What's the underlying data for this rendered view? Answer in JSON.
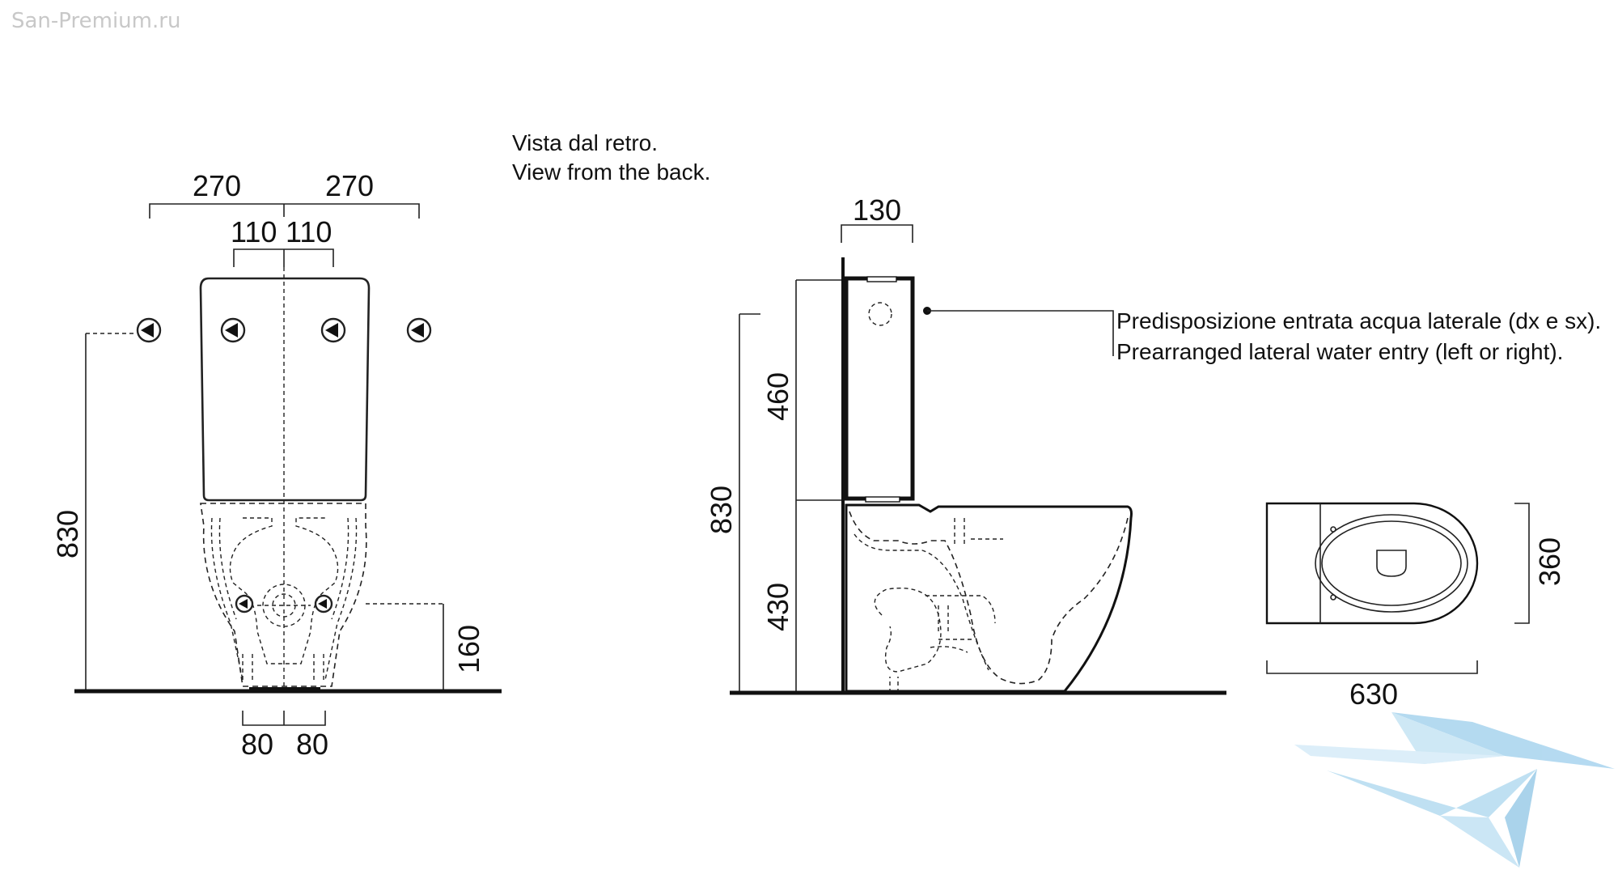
{
  "watermark": "San-Premium.ru",
  "back_view": {
    "caption_it": "Vista dal retro.",
    "caption_en": "View from the back.",
    "dim_left_outer": "270",
    "dim_right_outer": "270",
    "dim_left_inner": "110",
    "dim_right_inner": "110",
    "dim_height": "830",
    "dim_inlet_height": "160",
    "dim_base_left": "80",
    "dim_base_right": "80"
  },
  "side_view": {
    "dim_tank_depth": "130",
    "dim_tank_height": "460",
    "dim_bowl_height": "430",
    "dim_total_height": "830",
    "note_it": "Predisposizione entrata acqua laterale (dx e sx).",
    "note_en": "Prearranged lateral water entry (left or right)."
  },
  "top_view": {
    "dim_width": "360",
    "dim_length": "630"
  },
  "colors": {
    "line": "#222222",
    "logo": "#a8d4ee"
  }
}
